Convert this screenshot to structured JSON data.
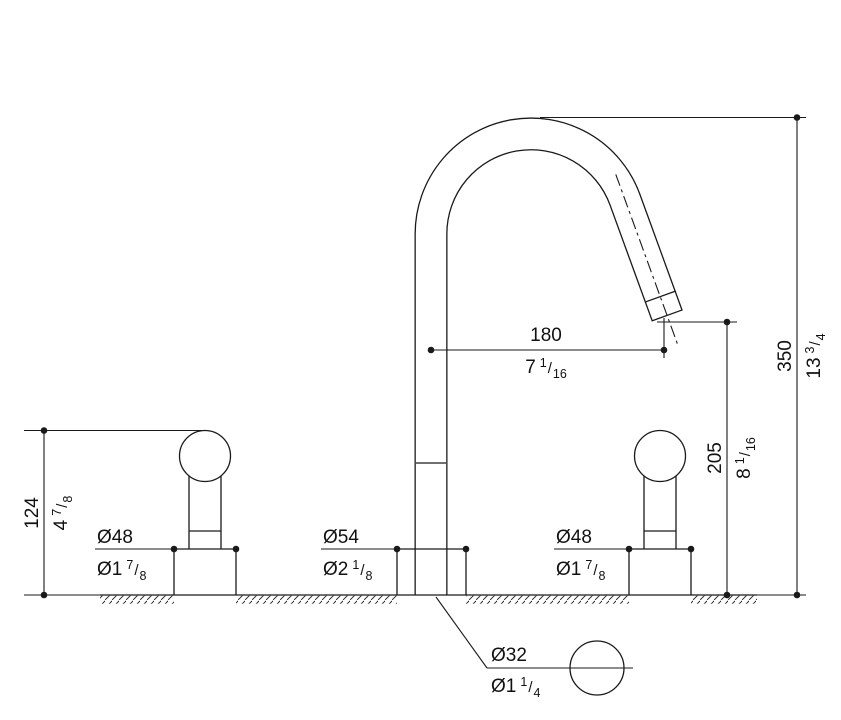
{
  "drawing": {
    "background": "#ffffff",
    "line_color": "#1a1a1a",
    "frac_slash": "/",
    "dims": {
      "spout_reach": {
        "mm": "180",
        "in_whole": "7",
        "in_num": "1",
        "in_den": "16"
      },
      "overall_height": {
        "mm": "350",
        "in_whole": "13",
        "in_num": "3",
        "in_den": "4"
      },
      "outlet_height": {
        "mm": "205",
        "in_whole": "8",
        "in_num": "1",
        "in_den": "16"
      },
      "handle_height": {
        "mm": "124",
        "in_whole": "4",
        "in_num": "7",
        "in_den": "8"
      },
      "left_handle_dia": {
        "mm": "Ø48",
        "in_whole": "Ø1",
        "in_num": "7",
        "in_den": "8"
      },
      "spout_base_dia": {
        "mm": "Ø54",
        "in_whole": "Ø2",
        "in_num": "1",
        "in_den": "8"
      },
      "right_handle_dia": {
        "mm": "Ø48",
        "in_whole": "Ø1",
        "in_num": "7",
        "in_den": "8"
      },
      "shank_dia": {
        "mm": "Ø32",
        "in_whole": "Ø1",
        "in_num": "1",
        "in_den": "4"
      }
    }
  }
}
